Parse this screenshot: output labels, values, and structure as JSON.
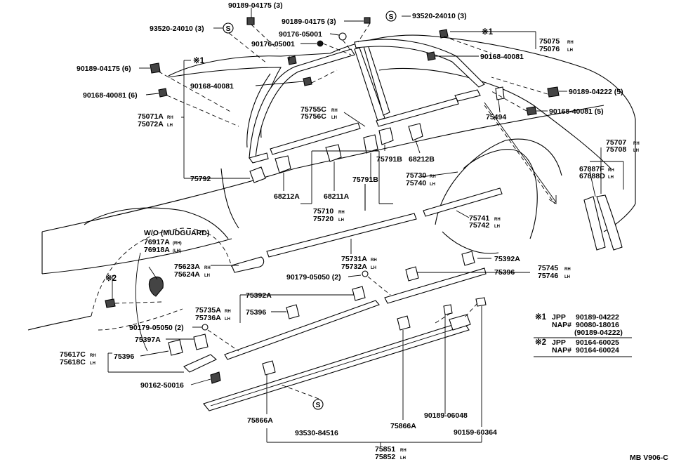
{
  "labels": {
    "p90189_04175_top": "90189-04175 (3)",
    "p90189_04175_mid": "90189-04175 (3)",
    "p93520_24010_left": "93520-24010 (3)",
    "p93520_24010_right": "93520-24010 (3)",
    "p90176_05001_a": "90176-05001",
    "p90176_05001_b": "90176-05001",
    "p75075": "75075",
    "p75076": "75076",
    "p90168_40081_r": "90168-40081",
    "p90189_04175_6": "90189-04175 (6)",
    "p90168_40081_6": "90168-40081 (6)",
    "p90168_40081_m": "90168-40081",
    "p90189_04222_5": "90189-04222 (5)",
    "p90168_40081_5": "90168-40081 (5)",
    "p75071A": "75071A",
    "p75072A": "75072A",
    "p75755C": "75755C",
    "p75756C": "75756C",
    "p75494": "75494",
    "p75791B_a": "75791B",
    "p68212B": "68212B",
    "p75792": "75792",
    "p68212A": "68212A",
    "p68211A": "68211A",
    "p75791B_b": "75791B",
    "p75730": "75730",
    "p75740": "75740",
    "p75707": "75707",
    "p75708": "75708",
    "p67887F": "67887F",
    "p67888D": "67888D",
    "p75710": "75710",
    "p75720": "75720",
    "p75741": "75741",
    "p75742": "75742",
    "wo_mudguard": "W/O (MUDGUARD)",
    "p76917A": "76917A",
    "p76918A": "76918A",
    "p75731A": "75731A",
    "p75732A": "75732A",
    "p75392A_r": "75392A",
    "p75623A": "75623A",
    "p75624A": "75624A",
    "p75396_r": "75396",
    "p75745": "75745",
    "p75746": "75746",
    "p90179_05050_a": "90179-05050 (2)",
    "p75392A_m": "75392A",
    "p75735A": "75735A",
    "p75736A": "75736A",
    "p75396_m": "75396",
    "p90179_05050_b": "90179-05050 (2)",
    "p75397A": "75397A",
    "p75617C": "75617C",
    "p75618C": "75618C",
    "p75396_l": "75396",
    "p90162_50016": "90162-50016",
    "p75866A_l": "75866A",
    "p93530_84516": "93530-84516",
    "p75866A_r": "75866A",
    "p90189_06048": "90189-06048",
    "p90159_60364": "90159-60364",
    "p75851": "75851",
    "p75852": "75852",
    "rh": "RH",
    "lh": "LH",
    "rh_paren": "(RH)",
    "lh_paren": "(LH)",
    "mark1": "※1",
    "mark2": "※2",
    "s_symbol": "S",
    "figure_code": "MB V906-C"
  },
  "notes": {
    "n1_mark": "※1",
    "n1_r1_a": "JPP",
    "n1_r1_b": "90189-04222",
    "n1_r2_a": "NAP#",
    "n1_r2_b": "90080-18016",
    "n1_r3": "(90189-04222)",
    "n2_mark": "※2",
    "n2_r1_a": "JPP",
    "n2_r1_b": "90164-60025",
    "n2_r2_a": "NAP#",
    "n2_r2_b": "90164-60024"
  }
}
